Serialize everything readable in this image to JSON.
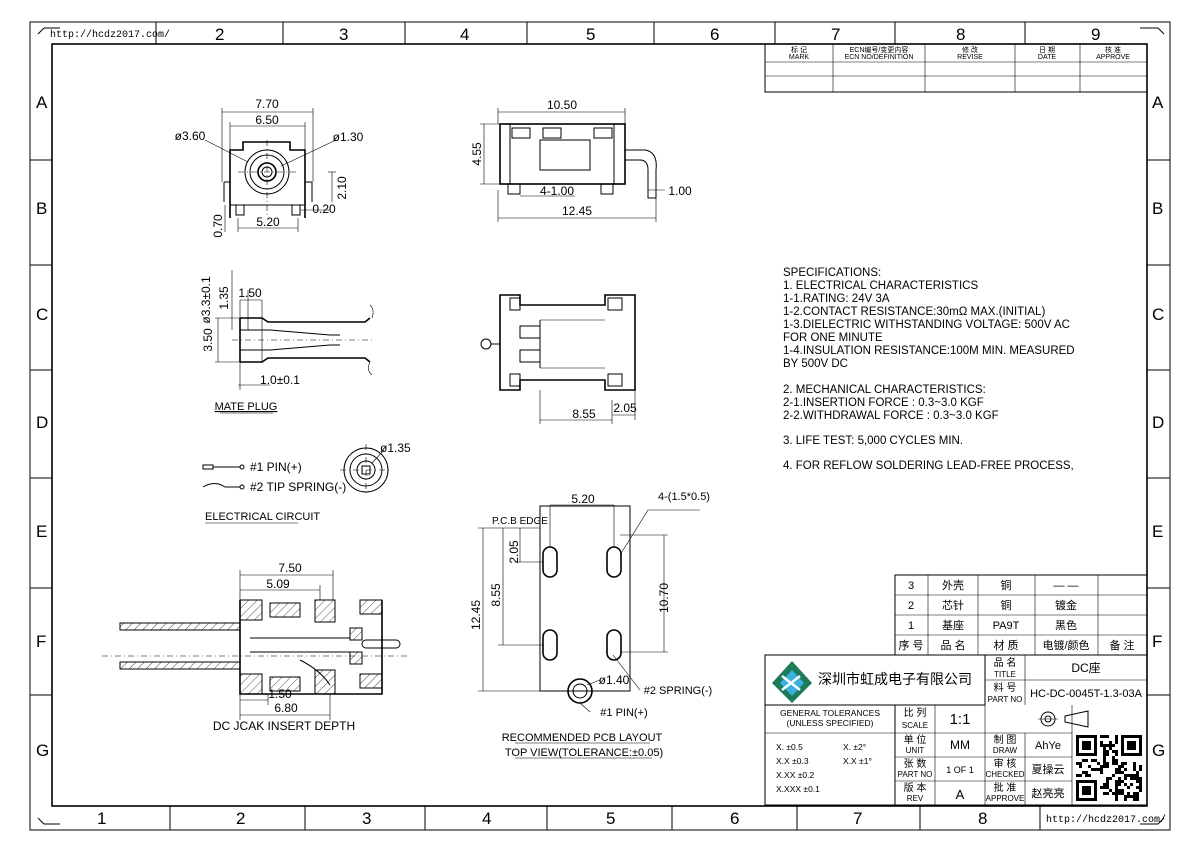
{
  "border": {
    "url_top": "http://hcdz2017.com/",
    "url_bottom": "http://hcdz2017.com/",
    "top_cols": [
      "2",
      "3",
      "4",
      "5",
      "6",
      "7",
      "8",
      "9"
    ],
    "bottom_cols": [
      "1",
      "2",
      "3",
      "4",
      "5",
      "6",
      "7",
      "8"
    ],
    "rows": [
      "A",
      "B",
      "C",
      "D",
      "E",
      "F",
      "G"
    ]
  },
  "revision_table": {
    "headers": [
      {
        "cn": "标 记",
        "en": "MARK"
      },
      {
        "cn": "ECN编号/变更内容",
        "en": "ECN NO/DEFINITION"
      },
      {
        "cn": "修 改",
        "en": "REVISE"
      },
      {
        "cn": "日 期",
        "en": "DATE"
      },
      {
        "cn": "核 准",
        "en": "APPROVE"
      }
    ]
  },
  "front_view": {
    "dims": [
      "7.70",
      "6.50",
      "ø3.60",
      "ø1.30",
      "2.10",
      "0.70",
      "5.20",
      "0.20"
    ]
  },
  "side_view": {
    "dims": [
      "10.50",
      "4.55",
      "4-1.00",
      "1.00",
      "12.45"
    ]
  },
  "mate_plug": {
    "dims": [
      "ø3.3±0.1",
      "1.35",
      "1.50",
      "3.50",
      "1.0±0.1"
    ],
    "label": "MATE PLUG"
  },
  "bottom_view": {
    "dims": [
      "8.55",
      "2.05"
    ]
  },
  "electrical_circuit": {
    "pin1": "#1 PIN(+)",
    "pin2": "#2 TIP SPRING(-)",
    "label": "ELECTRICAL CIRCUIT",
    "hole": "ø1.35"
  },
  "insert_depth": {
    "dims": [
      "7.50",
      "5.09",
      "1.50",
      "6.80"
    ],
    "label": "DC JCAK INSERT DEPTH"
  },
  "pcb_layout": {
    "dims": [
      "5.20",
      "4-(1.5*0.5)",
      "2.05",
      "8.55",
      "12.45",
      "10.70",
      "ø1.40"
    ],
    "pcb_edge": "P.C.B EDGE",
    "spring": "#2 SPRING(-)",
    "pin": "#1 PIN(+)",
    "label1": "RECOMMENDED PCB LAYOUT",
    "label2": "TOP VIEW(TOLERANCE:±0.05)"
  },
  "specifications": [
    "SPECIFICATIONS:",
    "  1. ELECTRICAL CHARACTERISTICS",
    "     1-1.RATING: 24V 3A",
    "     1-2.CONTACT RESISTANCE:30mΩ MAX.(INITIAL)",
    "     1-3.DIELECTRIC WITHSTANDING VOLTAGE: 500V AC",
    "          FOR ONE MINUTE",
    "     1-4.INSULATION RESISTANCE:100M MIN. MEASURED",
    "          BY 500V DC",
    "",
    "  2. MECHANICAL CHARACTERISTICS:",
    "     2-1.INSERTION FORCE : 0.3~3.0 KGF",
    "     2-2.WITHDRAWAL FORCE : 0.3~3.0 KGF",
    "",
    "  3. LIFE TEST: 5,000 CYCLES MIN.",
    "",
    "  4. FOR REFLOW SOLDERING LEAD-FREE PROCESS,"
  ],
  "bom": {
    "rows": [
      [
        "3",
        "外壳",
        "铜",
        "— —",
        ""
      ],
      [
        "2",
        "芯针",
        "铜",
        "镀金",
        ""
      ],
      [
        "1",
        "基座",
        "PA9T",
        "黑色",
        ""
      ]
    ],
    "header": [
      "序 号",
      "品 名",
      "材 质",
      "电镀/颜色",
      "备 注"
    ]
  },
  "title_block": {
    "company": "深圳市虹成电子有限公司",
    "title_label_cn": "品 名",
    "title_label_en": "TITLE",
    "title_value": "DC座",
    "part_label_cn": "料 号",
    "part_label_en": "PART NO",
    "part_value": "HC-DC-0045T-1.3-03A",
    "tolerances_title": "GENERAL TOLERANCES",
    "tolerances_sub": "(UNLESS SPECIFIED)",
    "tol_left": [
      "X. ±0.5",
      "X.X ±0.3",
      "X.XX ±0.2",
      "X.XXX ±0.1"
    ],
    "tol_right": [
      "X. ±2°",
      "X.X ±1°"
    ],
    "scale_cn": "比 列",
    "scale_en": "SCALE",
    "scale_value": "1:1",
    "unit_cn": "单 位",
    "unit_en": "UNIT",
    "unit_value": "MM",
    "draw_cn": "制 图",
    "draw_en": "DRAW",
    "draw_value": "AhYe",
    "sheet_cn": "张 数",
    "sheet_en": "PART NO",
    "sheet_value": "1 OF 1",
    "check_cn": "审 核",
    "check_en": "CHECKED",
    "check_value": "夏操云",
    "rev_cn": "版 本",
    "rev_en": "REV",
    "rev_value": "A",
    "approve_cn": "批 准",
    "approve_en": "APPROVE",
    "approve_value": "赵亮亮",
    "logo_color": "#1e7b5a",
    "logo_accent": "#3ab0e0"
  }
}
